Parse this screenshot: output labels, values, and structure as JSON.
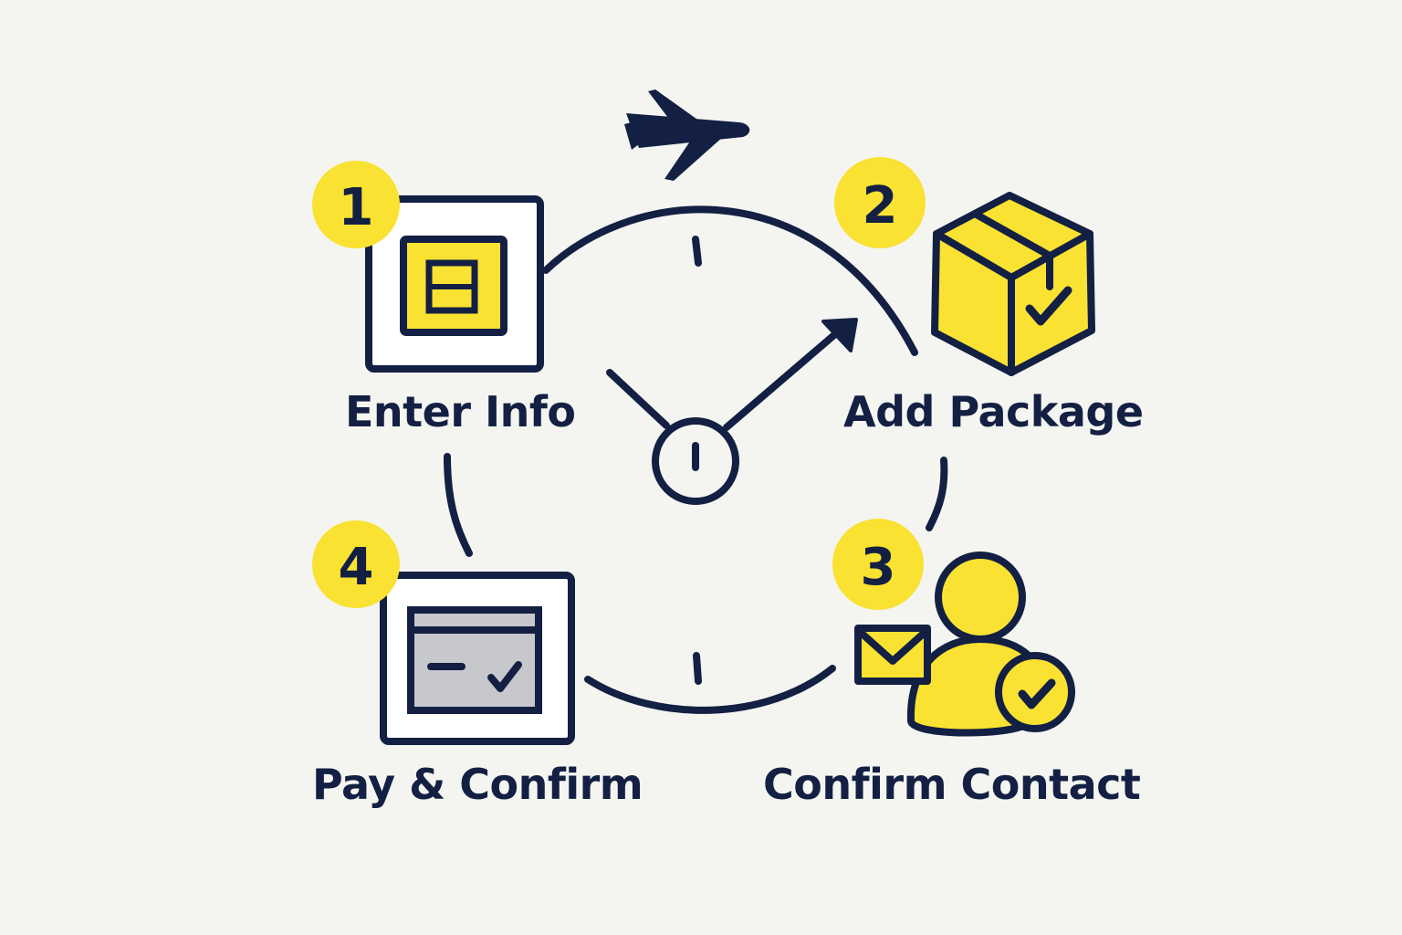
{
  "colors": {
    "background": "#f4f5f0",
    "ink": "#132043",
    "accent": "#f9e232",
    "card_gray": "#c6c8cc"
  },
  "steps": [
    {
      "number": "1",
      "label": "Enter Info",
      "icon": "form-icon"
    },
    {
      "number": "2",
      "label": "Add Package",
      "icon": "package-check-icon"
    },
    {
      "number": "3",
      "label": "Confirm Contact",
      "icon": "user-check-envelope-icon"
    },
    {
      "number": "4",
      "label": "Pay & Confirm",
      "icon": "payment-card-check-icon"
    }
  ],
  "decorations": {
    "top_icon": "airplane-icon",
    "center_icon": "clock-icon"
  }
}
